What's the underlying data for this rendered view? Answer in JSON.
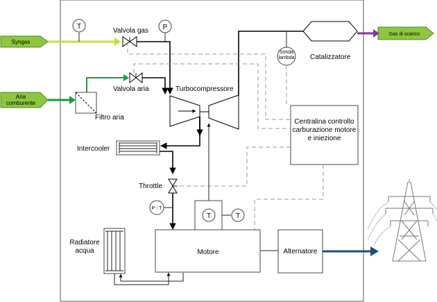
{
  "inputs": {
    "syngas": "Syngas",
    "air": "Aria comburente"
  },
  "outputs": {
    "exhaust": "Gas di scarico"
  },
  "components": {
    "gas_valve": "Valvola gas",
    "air_valve": "Valvola aria",
    "air_filter": "Filtro aria",
    "turbo": "Turbocompressore",
    "intercooler": "Intercooler",
    "throttle": "Throttle",
    "engine": "Motore",
    "alternator": "Alternatore",
    "catalyst": "Catalizzatore",
    "lambda_sensor": "Sonda lambda",
    "radiator": "Radiatore acqua",
    "ecu": "Centralina controllo carburazione motore e iniezione"
  },
  "sensors": {
    "temperature": "T",
    "pressure": "P",
    "pressure_temperature": "P - T"
  },
  "colors": {
    "arrow_fill": "#8dc63f",
    "arrow_stroke": "#4e8a2a",
    "syngas_line": "#c6e12f",
    "air_line": "#1b9c3c",
    "exhaust_line": "#7d3c98",
    "power_line": "#1f4e79"
  }
}
